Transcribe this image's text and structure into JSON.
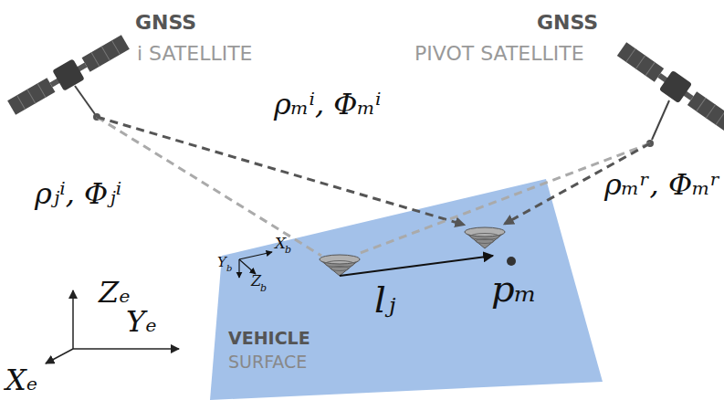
{
  "diagram": {
    "nodes": [
      {
        "text": [
          "GNSS",
          "i SATELLITE"
        ]
      },
      {
        "text": [
          "GNSS",
          "PIVOT SATELLITE"
        ]
      },
      {
        "text": [
          "VEHICLE",
          "SURFACE"
        ]
      }
    ],
    "edges": [
      {
        "from": 0,
        "to": 2,
        "arrow": "none",
        "label": "ρⱼⁱ, Φⱼⁱ"
      },
      {
        "from": 0,
        "to": 2,
        "arrow": "to",
        "label": "ρₘⁱ, Φₘⁱ"
      },
      {
        "from": 1,
        "to": 2,
        "arrow": "none"
      },
      {
        "from": 1,
        "to": 2,
        "arrow": "to",
        "label": "ρₘʳ, Φₘʳ"
      }
    ],
    "labels": [
      "X",
      "b",
      "Y",
      "b",
      "Z",
      "b",
      "lⱼ",
      "pₘ",
      "Xₑ",
      "Yₑ",
      "Zₑ"
    ]
  }
}
